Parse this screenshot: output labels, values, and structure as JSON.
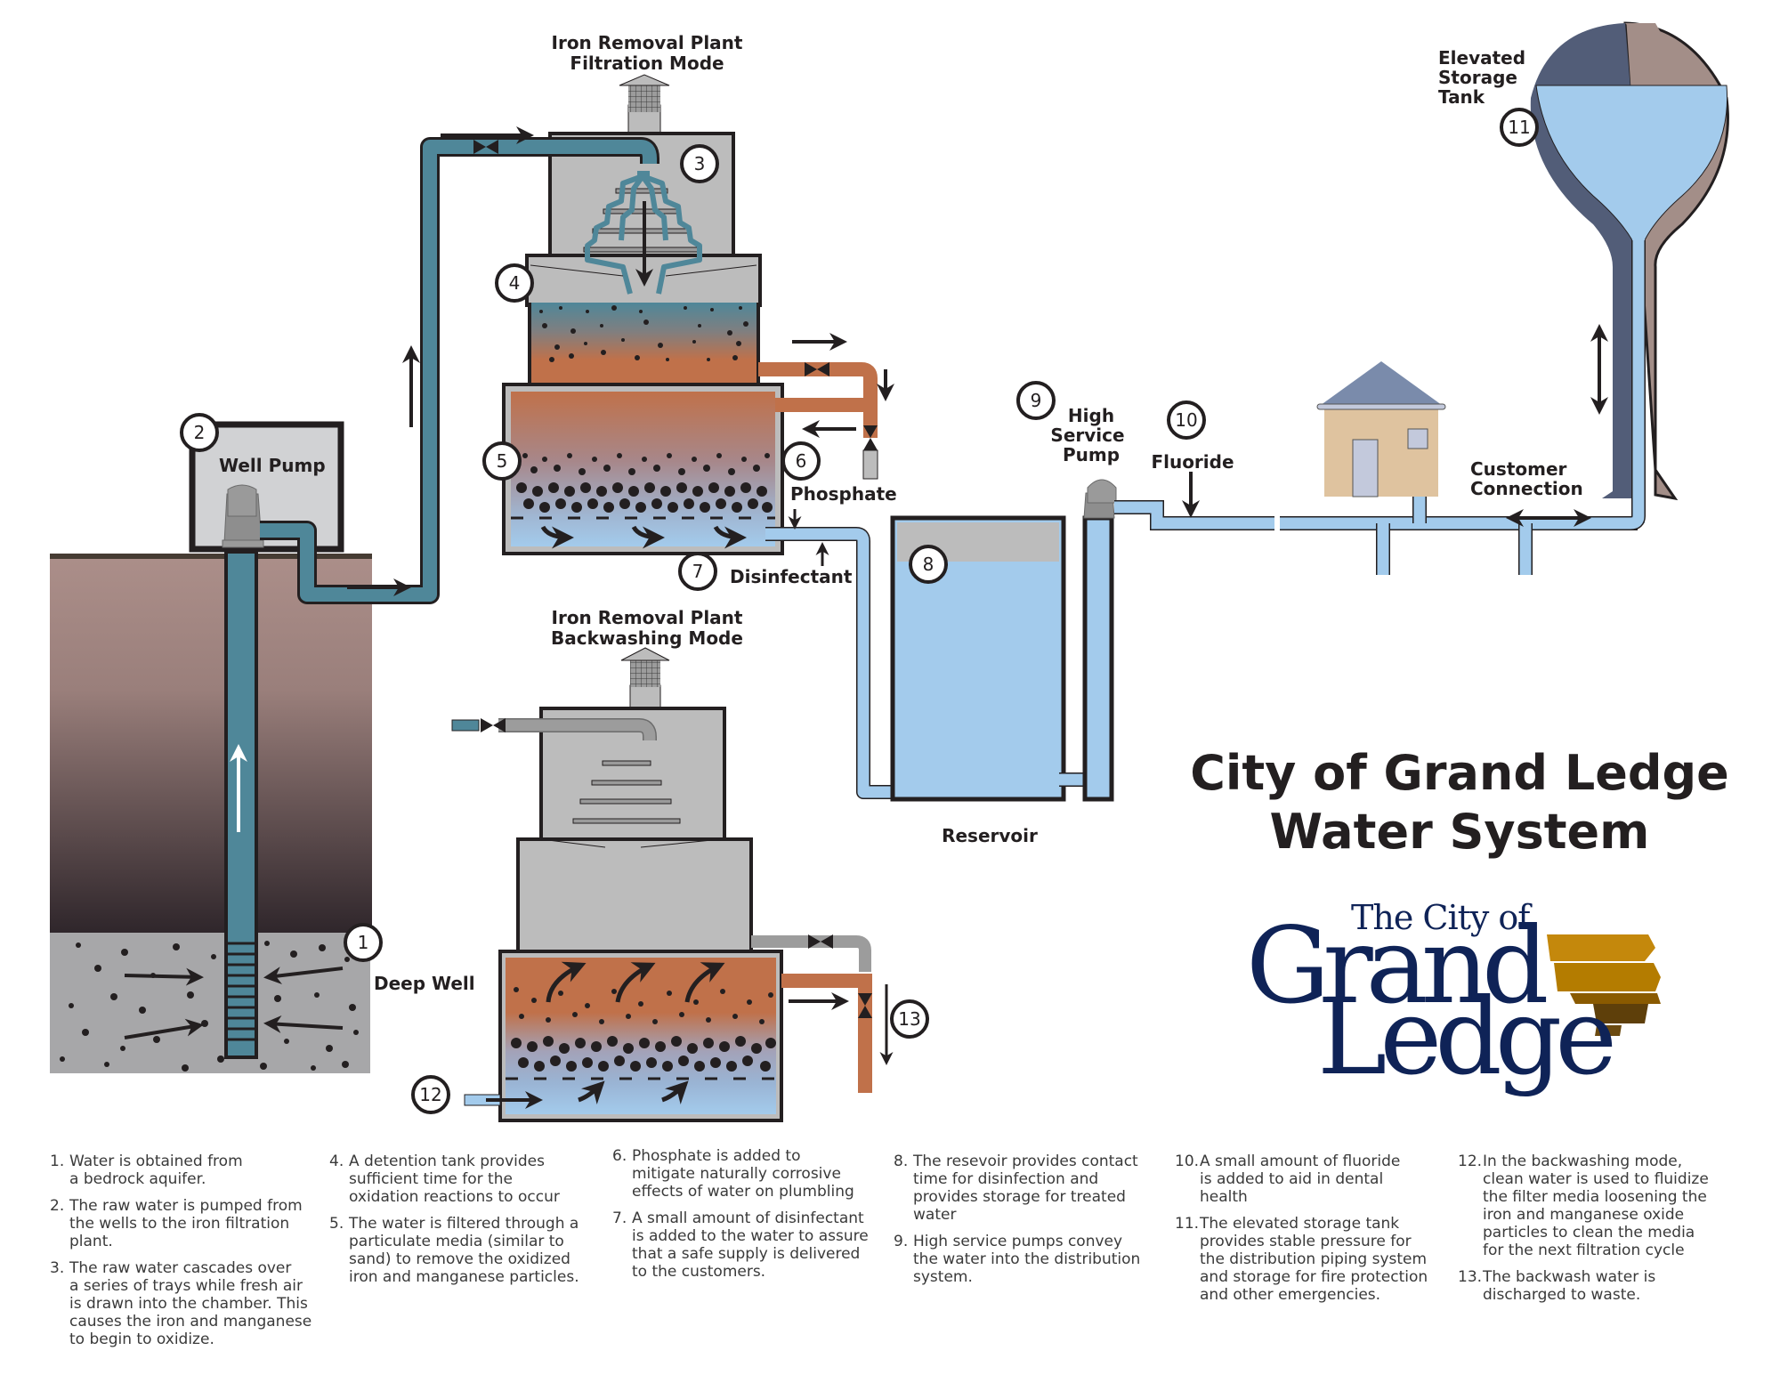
{
  "title": {
    "line1": "City of Grand Ledge",
    "line2": "Water System"
  },
  "logo": {
    "the_city_of": "The City of",
    "grand": "Grand",
    "ledge": "Ledge",
    "text_color": "#0f2357",
    "ledge_colors": [
      "#c4880c",
      "#b47c00",
      "#8a5a00",
      "#5e3f0a",
      "#6b4a10"
    ]
  },
  "diagram": {
    "filtration_title": {
      "line1": "Iron Removal Plant",
      "line2": "Filtration Mode"
    },
    "backwash_title": {
      "line1": "Iron Removal Plant",
      "line2": "Backwashing Mode"
    },
    "labels": {
      "well_pump": "Well Pump",
      "deep_well": "Deep Well",
      "phosphate": "Phosphate",
      "disinfectant": "Disinfectant",
      "reservoir": "Reservoir",
      "high_service_pump": {
        "line1": "High",
        "line2": "Service",
        "line3": "Pump"
      },
      "fluoride": "Fluoride",
      "customer_connection": {
        "line1": "Customer",
        "line2": "Connection"
      },
      "elevated_storage_tank": {
        "line1": "Elevated",
        "line2": "Storage",
        "line3": "Tank"
      }
    },
    "markers": [
      "1",
      "2",
      "3",
      "4",
      "5",
      "6",
      "7",
      "8",
      "9",
      "10",
      "11",
      "12",
      "13"
    ],
    "colors": {
      "raw_water_pipe": "#4f8799",
      "treated_water": "#a3cbec",
      "iron_water": "#c0714a",
      "plant_gray": "#bcbcbc",
      "soil_top": "#ab8e89",
      "soil_bottom": "#2f262b",
      "aquifer": "#a7a7a9",
      "tank_dark": "#525d78",
      "tank_brown": "#a38e88",
      "house_wall": "#dfc39f",
      "house_roof": "#7a8bab",
      "house_window": "#c3c9dc"
    }
  },
  "notes": [
    {
      "num": "1.",
      "text": "Water is obtained from\na bedrock aquifer."
    },
    {
      "num": "2.",
      "text": "The raw water is pumped from\nthe wells to the iron filtration\nplant."
    },
    {
      "num": "3.",
      "text": "The raw water cascades over\na series of trays while fresh air\nis drawn into the chamber. This\ncauses the iron and manganese\nto begin to oxidize."
    },
    {
      "num": "4.",
      "text": "A detention tank provides\nsufficient time for the\noxidation reactions to occur"
    },
    {
      "num": "5.",
      "text": "The water is filtered through a\nparticulate media (similar to\nsand) to remove the oxidized\niron and manganese particles."
    },
    {
      "num": "6.",
      "text": "Phosphate is added to\nmitigate naturally corrosive\neffects of water on plumbling"
    },
    {
      "num": "7.",
      "text": "A small amount of disinfectant\nis added to the water to assure\nthat a safe supply is delivered\nto the customers."
    },
    {
      "num": "8.",
      "text": "The resevoir provides contact\ntime for disinfection and\nprovides storage for treated\nwater"
    },
    {
      "num": "9.",
      "text": "High service pumps convey\nthe water into the distribution\nsystem."
    },
    {
      "num": "10.",
      "text": "A small amount of fluoride\nis added to aid in dental\nhealth"
    },
    {
      "num": "11.",
      "text": "The elevated storage tank\nprovides stable pressure for\nthe distribution piping system\nand storage for fire protection\nand other emergencies."
    },
    {
      "num": "12.",
      "text": "In the backwashing mode,\nclean water is used to fluidize\nthe filter media loosening the\niron and manganese oxide\nparticles to clean the media\nfor the next filtration cycle"
    },
    {
      "num": "13.",
      "text": "The backwash water is\ndischarged to waste."
    }
  ]
}
